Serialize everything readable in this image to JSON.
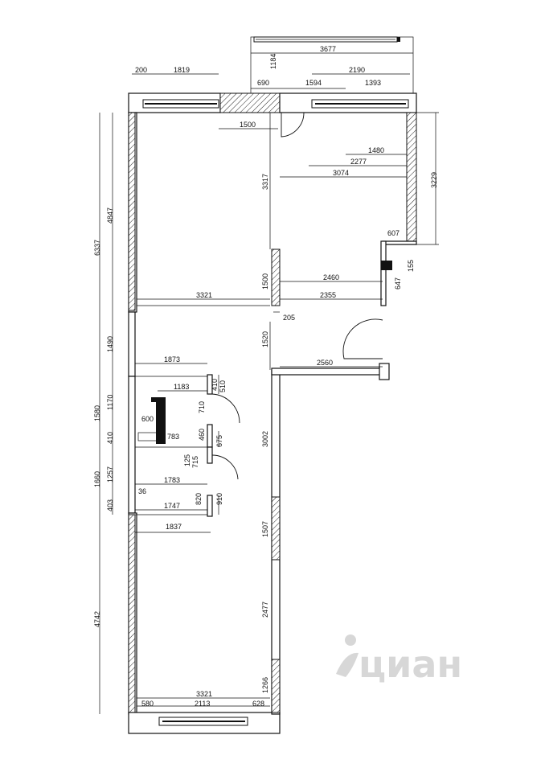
{
  "watermark": {
    "text": "циан"
  },
  "dimensions": {
    "top_balcony_width": "3677",
    "top_balcony_depth": "1184",
    "top_left_200": "200",
    "top_left_1819": "1819",
    "top_690": "690",
    "top_1594": "1594",
    "top_2190": "2190",
    "top_1393": "1393",
    "room1_1500": "1500",
    "kitchen_1480": "1480",
    "kitchen_2277": "2277",
    "kitchen_3074": "3074",
    "kitchen_3317": "3317",
    "kitchen_3229": "3229",
    "left_4847": "4847",
    "left_6337": "6337",
    "right_607": "607",
    "right_155": "155",
    "right_647": "647",
    "hall_1500": "1500",
    "hall_2460": "2460",
    "hall_2355": "2355",
    "room1_3321": "3321",
    "hall_205": "205",
    "left_1490": "1490",
    "hall_1520": "1520",
    "hall_2560": "2560",
    "bath_1873": "1873",
    "bath_1183": "1183",
    "bath_410a": "410",
    "bath_510": "510",
    "left_1580": "1580",
    "left_1170": "1170",
    "bath_710": "710",
    "bath_600": "600",
    "left_410": "410",
    "bath_783": "783",
    "bath_460": "460",
    "bath_675": "675",
    "hall_3002": "3002",
    "bath_125": "125",
    "bath_715": "715",
    "left_1660": "1660",
    "left_1257": "1257",
    "bath_1783": "1783",
    "bath_36": "36",
    "bath_820": "820",
    "bath_910": "910",
    "left_403": "403",
    "bath_1747": "1747",
    "room2_1837": "1837",
    "room2_1507": "1507",
    "left_4742": "4742",
    "room2_2477": "2477",
    "room2_1266": "1266",
    "room2_3321": "3321",
    "bottom_580": "580",
    "bottom_2113": "2113",
    "bottom_628": "628"
  }
}
